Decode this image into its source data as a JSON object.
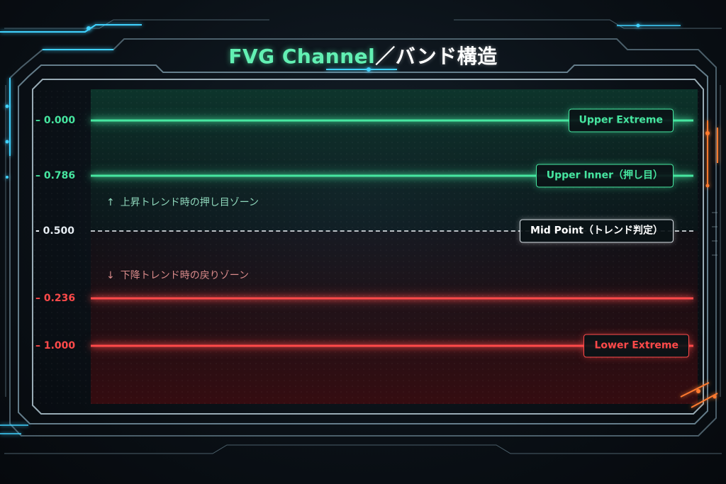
{
  "title": {
    "en": "FVG Channel",
    "jp": "／バンド構造"
  },
  "colors": {
    "green": "#46e6a0",
    "red": "#ff4a4a",
    "white": "#e6ecf2",
    "frame": "#7d9aa8",
    "accent_cyan": "#3fd2ff",
    "accent_orange": "#ff7a2e"
  },
  "levels": [
    {
      "value": "0.000",
      "tag": "Upper Extreme",
      "color": "green",
      "style": "solid"
    },
    {
      "value": "0.786",
      "tag": "Upper Inner（押し目）",
      "color": "green",
      "style": "solid"
    },
    {
      "value": "0.500",
      "tag": "Mid Point（トレンド判定）",
      "color": "white",
      "style": "dashed"
    },
    {
      "value": "0.236",
      "tag": "",
      "color": "red",
      "style": "solid"
    },
    {
      "value": "1.000",
      "tag": "Lower Extreme",
      "color": "red",
      "style": "solid"
    }
  ],
  "zones": {
    "up": {
      "arrow": "↑",
      "text": "上昇トレンド時の押し目ゾーン"
    },
    "down": {
      "arrow": "↓",
      "text": "下降トレンド時の戻りゾーン"
    }
  }
}
